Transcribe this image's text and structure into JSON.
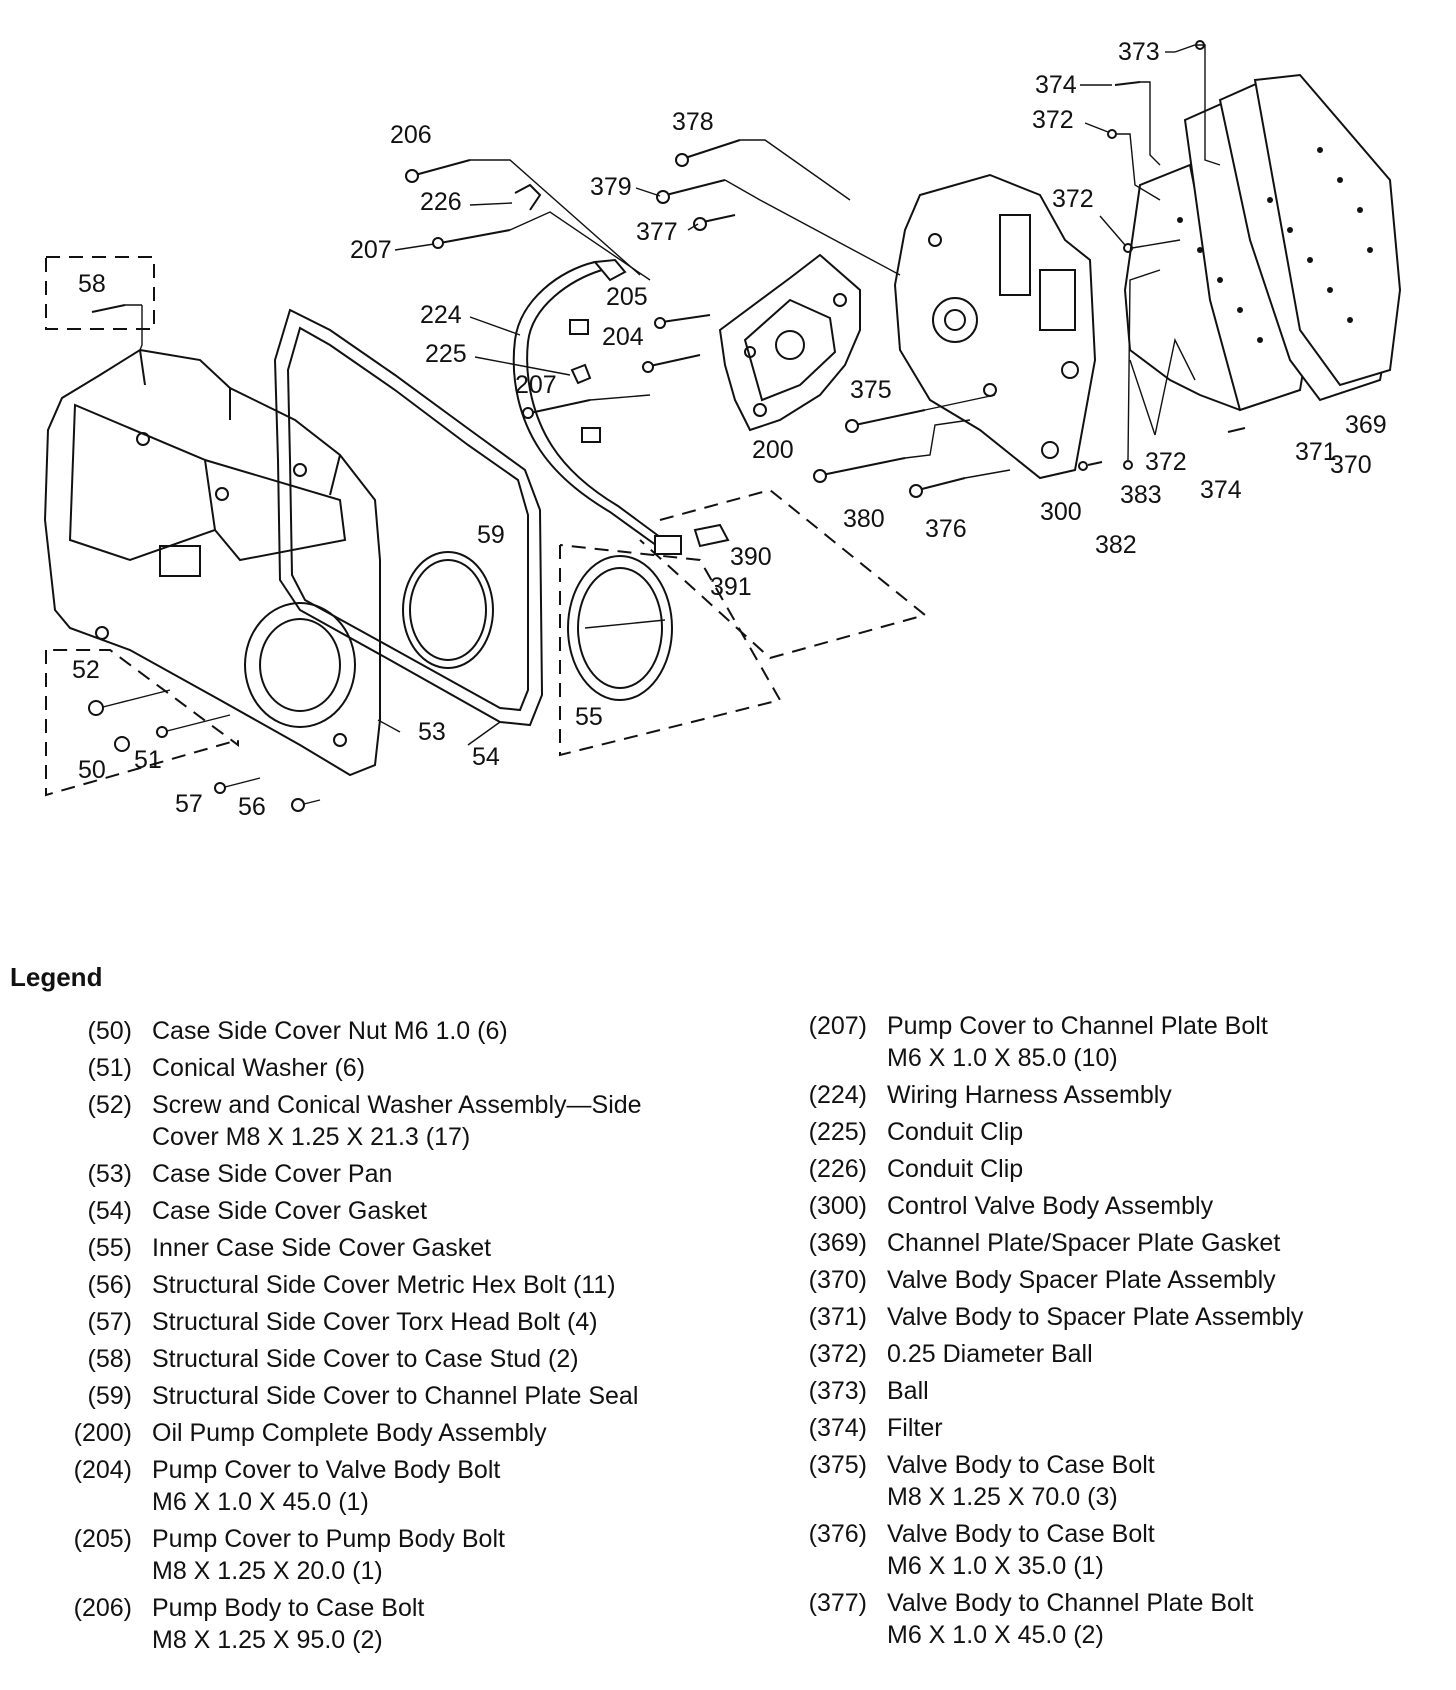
{
  "callouts": [
    {
      "id": "c-373",
      "text": "373"
    },
    {
      "id": "c-374a",
      "text": "374"
    },
    {
      "id": "c-372a",
      "text": "372"
    },
    {
      "id": "c-372b",
      "text": "372"
    },
    {
      "id": "c-378",
      "text": "378"
    },
    {
      "id": "c-206",
      "text": "206"
    },
    {
      "id": "c-379",
      "text": "379"
    },
    {
      "id": "c-226",
      "text": "226"
    },
    {
      "id": "c-377",
      "text": "377"
    },
    {
      "id": "c-207a",
      "text": "207"
    },
    {
      "id": "c-58",
      "text": "58"
    },
    {
      "id": "c-205",
      "text": "205"
    },
    {
      "id": "c-224",
      "text": "224"
    },
    {
      "id": "c-204",
      "text": "204"
    },
    {
      "id": "c-225",
      "text": "225"
    },
    {
      "id": "c-207b",
      "text": "207"
    },
    {
      "id": "c-375",
      "text": "375"
    },
    {
      "id": "c-200",
      "text": "200"
    },
    {
      "id": "c-369",
      "text": "369"
    },
    {
      "id": "c-371",
      "text": "371"
    },
    {
      "id": "c-370",
      "text": "370"
    },
    {
      "id": "c-372c",
      "text": "372"
    },
    {
      "id": "c-383",
      "text": "383"
    },
    {
      "id": "c-374b",
      "text": "374"
    },
    {
      "id": "c-380",
      "text": "380"
    },
    {
      "id": "c-376",
      "text": "376"
    },
    {
      "id": "c-300",
      "text": "300"
    },
    {
      "id": "c-382",
      "text": "382"
    },
    {
      "id": "c-59",
      "text": "59"
    },
    {
      "id": "c-390",
      "text": "390"
    },
    {
      "id": "c-391",
      "text": "391"
    },
    {
      "id": "c-52",
      "text": "52"
    },
    {
      "id": "c-55",
      "text": "55"
    },
    {
      "id": "c-53",
      "text": "53"
    },
    {
      "id": "c-50",
      "text": "50"
    },
    {
      "id": "c-51",
      "text": "51"
    },
    {
      "id": "c-54",
      "text": "54"
    },
    {
      "id": "c-57",
      "text": "57"
    },
    {
      "id": "c-56",
      "text": "56"
    }
  ],
  "legend": {
    "title": "Legend",
    "left": [
      {
        "num": "(50)",
        "desc": "Case Side Cover Nut M6 1.0 (6)"
      },
      {
        "num": "(51)",
        "desc": "Conical Washer (6)"
      },
      {
        "num": "(52)",
        "desc": "Screw and Conical Washer Assembly—Side\nCover M8 X 1.25 X 21.3 (17)"
      },
      {
        "num": "(53)",
        "desc": "Case Side Cover Pan"
      },
      {
        "num": "(54)",
        "desc": "Case Side Cover Gasket"
      },
      {
        "num": "(55)",
        "desc": "Inner Case Side Cover Gasket"
      },
      {
        "num": "(56)",
        "desc": "Structural Side Cover Metric Hex Bolt (11)"
      },
      {
        "num": "(57)",
        "desc": "Structural Side Cover Torx Head Bolt (4)"
      },
      {
        "num": "(58)",
        "desc": "Structural Side Cover to Case Stud (2)"
      },
      {
        "num": "(59)",
        "desc": "Structural Side Cover to Channel Plate Seal"
      },
      {
        "num": "(200)",
        "desc": "Oil Pump Complete Body Assembly"
      },
      {
        "num": "(204)",
        "desc": "Pump Cover to Valve Body Bolt\nM6 X 1.0 X 45.0 (1)"
      },
      {
        "num": "(205)",
        "desc": "Pump Cover to Pump Body Bolt\nM8 X 1.25 X 20.0 (1)"
      },
      {
        "num": "(206)",
        "desc": "Pump Body to Case Bolt\nM8 X 1.25 X 95.0 (2)"
      }
    ],
    "right": [
      {
        "num": "(207)",
        "desc": "Pump Cover to Channel Plate Bolt\nM6 X 1.0 X 85.0 (10)"
      },
      {
        "num": "(224)",
        "desc": "Wiring Harness Assembly"
      },
      {
        "num": "(225)",
        "desc": "Conduit Clip"
      },
      {
        "num": "(226)",
        "desc": "Conduit Clip"
      },
      {
        "num": "(300)",
        "desc": "Control Valve Body Assembly"
      },
      {
        "num": "(369)",
        "desc": "Channel Plate/Spacer Plate Gasket"
      },
      {
        "num": "(370)",
        "desc": "Valve Body Spacer Plate Assembly"
      },
      {
        "num": "(371)",
        "desc": "Valve Body to Spacer Plate Assembly"
      },
      {
        "num": "(372)",
        "desc": "0.25 Diameter Ball"
      },
      {
        "num": "(373)",
        "desc": "Ball"
      },
      {
        "num": "(374)",
        "desc": "Filter"
      },
      {
        "num": "(375)",
        "desc": "Valve Body to Case Bolt\nM8 X 1.25 X 70.0 (3)"
      },
      {
        "num": "(376)",
        "desc": "Valve Body to Case Bolt\nM6 X 1.0 X 35.0 (1)"
      },
      {
        "num": "(377)",
        "desc": "Valve Body to Channel Plate Bolt\nM6 X 1.0 X 45.0 (2)"
      }
    ]
  }
}
